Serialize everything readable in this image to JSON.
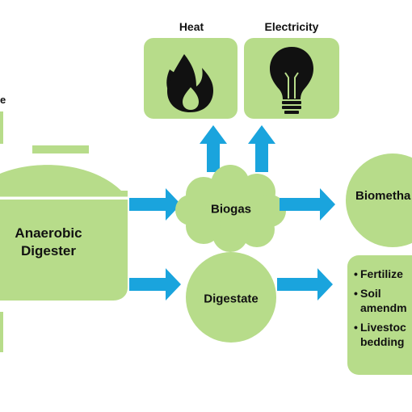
{
  "labels": {
    "heat": "Heat",
    "electricity": "Electricity",
    "left_fragment": "e",
    "digester": "Anaerobic\nDigester",
    "biogas": "Biogas",
    "digestate": "Digestate",
    "biomethane": "Biometha"
  },
  "digestate_uses": [
    "Fertilize",
    "Soil\namendm",
    "Livestoc\nbedding"
  ],
  "icons": {
    "heat": "flame-icon",
    "electricity": "light-bulb-icon"
  },
  "colors": {
    "box_fill": "#b7dc8a",
    "box_stroke": "#ffffff",
    "arrow": "#1aa4dd",
    "icon": "#111111"
  }
}
